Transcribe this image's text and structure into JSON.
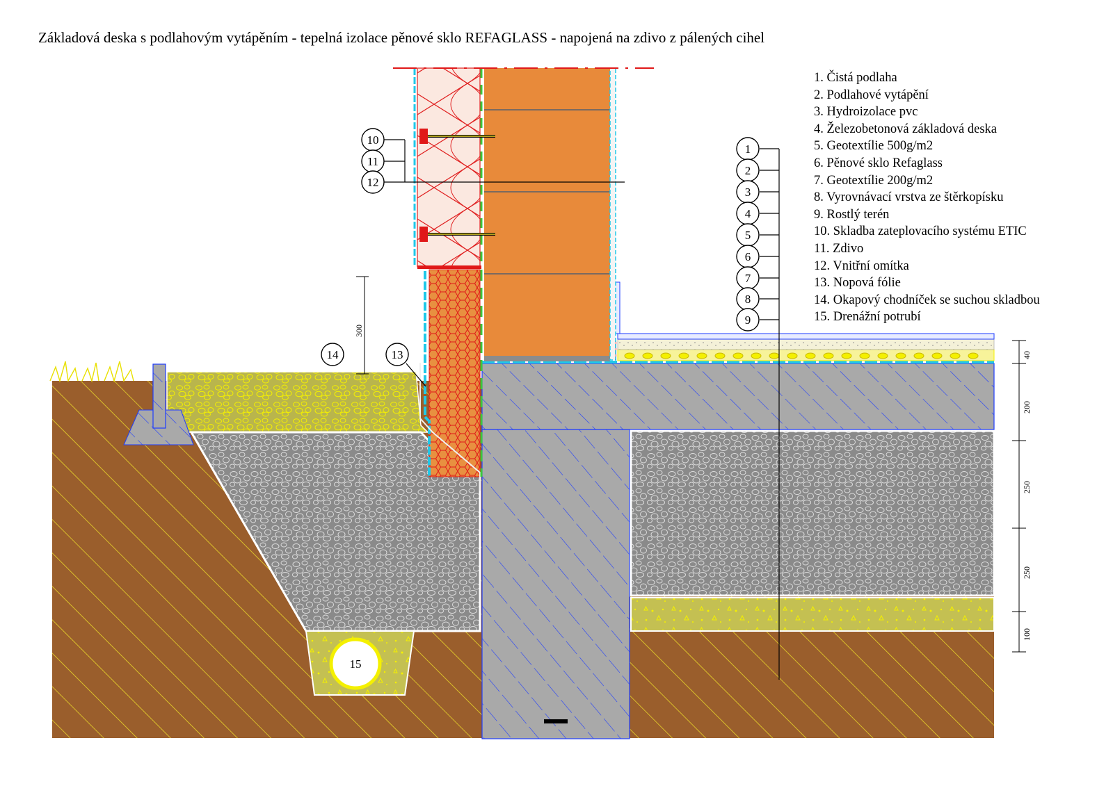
{
  "title": "Základová deska s podlahovým vytápěním - tepelná izolace pěnové sklo REFAGLASS - napojená na zdivo z pálených cihel",
  "legend": [
    "1. Čistá podlaha",
    "2. Podlahové vytápění",
    "3. Hydroizolace pvc",
    "4. Železobetonová základová deska",
    "5. Geotextílie 500g/m2",
    "6. Pěnové sklo Refaglass",
    "7. Geotextílie 200g/m2",
    "8. Vyrovnávací vrstva ze štěrkopísku",
    "9. Rostlý terén",
    "10. Skladba zateplovacího systému ETIC",
    "11. Zdivo",
    "12. Vnitřní omítka",
    "13. Nopová fólie",
    "14. Okapový chodníček se suchou skladbou",
    "15. Drenážní potrubí"
  ],
  "callouts": {
    "c1": "1",
    "c2": "2",
    "c3": "3",
    "c4": "4",
    "c5": "5",
    "c6": "6",
    "c7": "7",
    "c8": "8",
    "c9": "9",
    "c10": "10",
    "c11": "11",
    "c12": "12",
    "c13": "13",
    "c14": "14",
    "c15": "15"
  },
  "dimensions": {
    "d300": "300",
    "d40": "40",
    "d200": "200",
    "d250a": "250",
    "d250b": "250",
    "d100": "100"
  },
  "colors": {
    "soil": "#9a5e2c",
    "soil_hatch": "#e8d62a",
    "concrete": "#a9a9a9",
    "concrete_hatch": "#1e3cff",
    "brick": "#e88a3a",
    "glass_foam": "#8f8f8f",
    "gravel": "#c8c255",
    "insulation_line": "#e02020",
    "membrane": "#20c8e8"
  }
}
